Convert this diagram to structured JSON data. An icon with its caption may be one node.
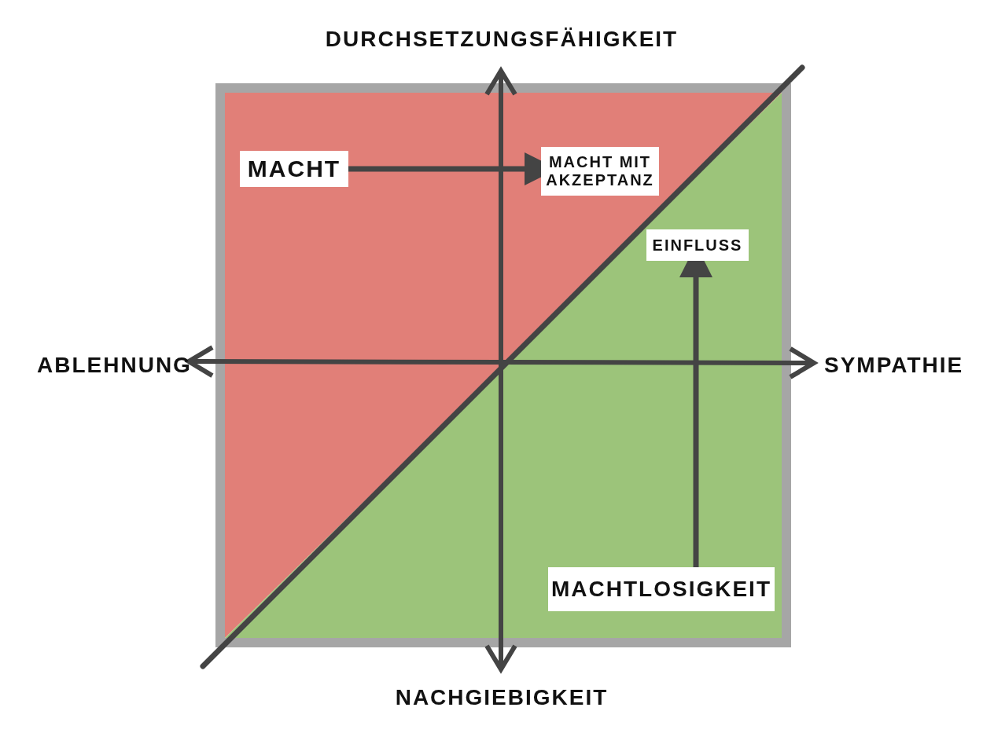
{
  "diagram": {
    "nodes": [
      {
        "text": [
          "MACHT"
        ]
      },
      {
        "text": [
          "MACHT MIT AKZEPTANZ"
        ]
      },
      {
        "text": [
          "EINFLUSS"
        ]
      },
      {
        "text": [
          "MACHTLOSIGKEIT"
        ]
      }
    ],
    "edges": [
      {
        "from": 0,
        "to": 1,
        "arrow": "to"
      },
      {
        "from": 3,
        "to": 2,
        "arrow": "to"
      }
    ],
    "labels": [
      "DURCHSETZUNGSFÄHIGKEIT",
      "ABLEHNUNG",
      "SYMPATHIE",
      "NACHGIEBIGKEIT"
    ]
  }
}
